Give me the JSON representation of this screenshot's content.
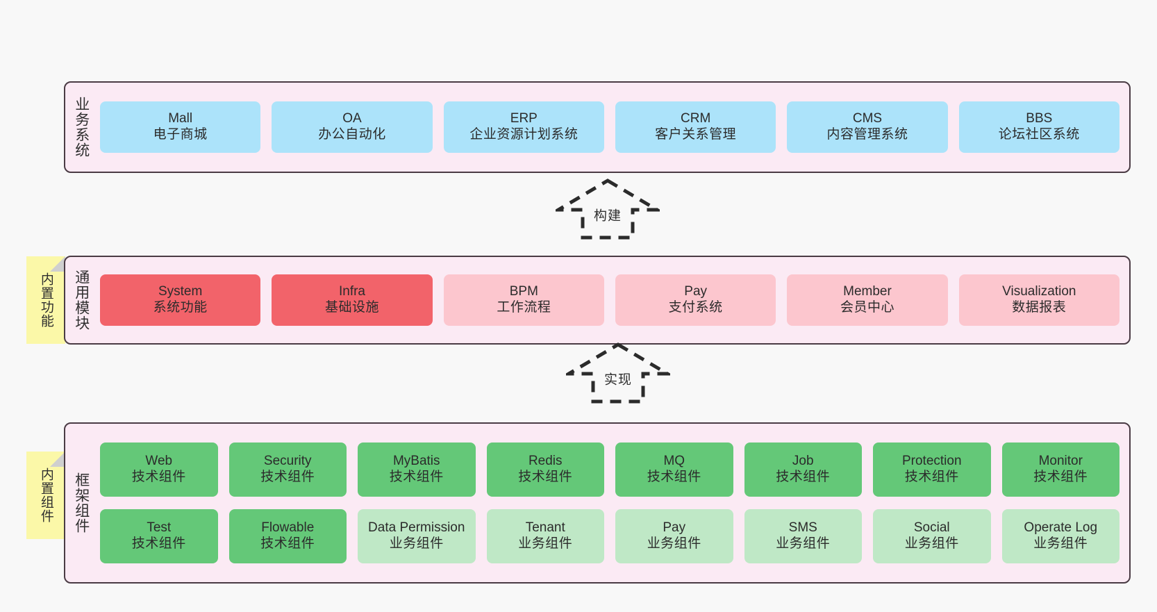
{
  "diagram": {
    "background_color": "#f8f8f8",
    "panel_color": "#fbeaf4",
    "tag_color": "#fbf8a8"
  },
  "layers": {
    "business": {
      "title": "业务系统",
      "box_color": "#ace3fa",
      "items": [
        {
          "en": "Mall",
          "cn": "电子商城"
        },
        {
          "en": "OA",
          "cn": "办公自动化"
        },
        {
          "en": "ERP",
          "cn": "企业资源计划系统"
        },
        {
          "en": "CRM",
          "cn": "客户关系管理"
        },
        {
          "en": "CMS",
          "cn": "内容管理系统"
        },
        {
          "en": "BBS",
          "cn": "论坛社区系统"
        }
      ]
    },
    "common": {
      "title": "通用模块",
      "tag": "内置功能",
      "strong_color": "#f2636a",
      "soft_color": "#fcc6ce",
      "items": [
        {
          "en": "System",
          "cn": "系统功能",
          "variant": "red"
        },
        {
          "en": "Infra",
          "cn": "基础设施",
          "variant": "red"
        },
        {
          "en": "BPM",
          "cn": "工作流程",
          "variant": "pink"
        },
        {
          "en": "Pay",
          "cn": "支付系统",
          "variant": "pink"
        },
        {
          "en": "Member",
          "cn": "会员中心",
          "variant": "pink"
        },
        {
          "en": "Visualization",
          "cn": "数据报表",
          "variant": "pink"
        }
      ]
    },
    "framework": {
      "title": "框架组件",
      "tag": "内置组件",
      "tech_color": "#64c878",
      "biz_color": "#bfe8c6",
      "row1": [
        {
          "en": "Web",
          "cn": "技术组件",
          "variant": "green"
        },
        {
          "en": "Security",
          "cn": "技术组件",
          "variant": "green"
        },
        {
          "en": "MyBatis",
          "cn": "技术组件",
          "variant": "green"
        },
        {
          "en": "Redis",
          "cn": "技术组件",
          "variant": "green"
        },
        {
          "en": "MQ",
          "cn": "技术组件",
          "variant": "green"
        },
        {
          "en": "Job",
          "cn": "技术组件",
          "variant": "green"
        },
        {
          "en": "Protection",
          "cn": "技术组件",
          "variant": "green"
        },
        {
          "en": "Monitor",
          "cn": "技术组件",
          "variant": "green"
        }
      ],
      "row2": [
        {
          "en": "Test",
          "cn": "技术组件",
          "variant": "green"
        },
        {
          "en": "Flowable",
          "cn": "技术组件",
          "variant": "green"
        },
        {
          "en": "Data Permission",
          "cn": "业务组件",
          "variant": "lgreen"
        },
        {
          "en": "Tenant",
          "cn": "业务组件",
          "variant": "lgreen"
        },
        {
          "en": "Pay",
          "cn": "业务组件",
          "variant": "lgreen"
        },
        {
          "en": "SMS",
          "cn": "业务组件",
          "variant": "lgreen"
        },
        {
          "en": "Social",
          "cn": "业务组件",
          "variant": "lgreen"
        },
        {
          "en": "Operate Log",
          "cn": "业务组件",
          "variant": "lgreen"
        }
      ]
    }
  },
  "arrows": [
    {
      "label": "构建",
      "direction": "up"
    },
    {
      "label": "实现",
      "direction": "up"
    }
  ]
}
